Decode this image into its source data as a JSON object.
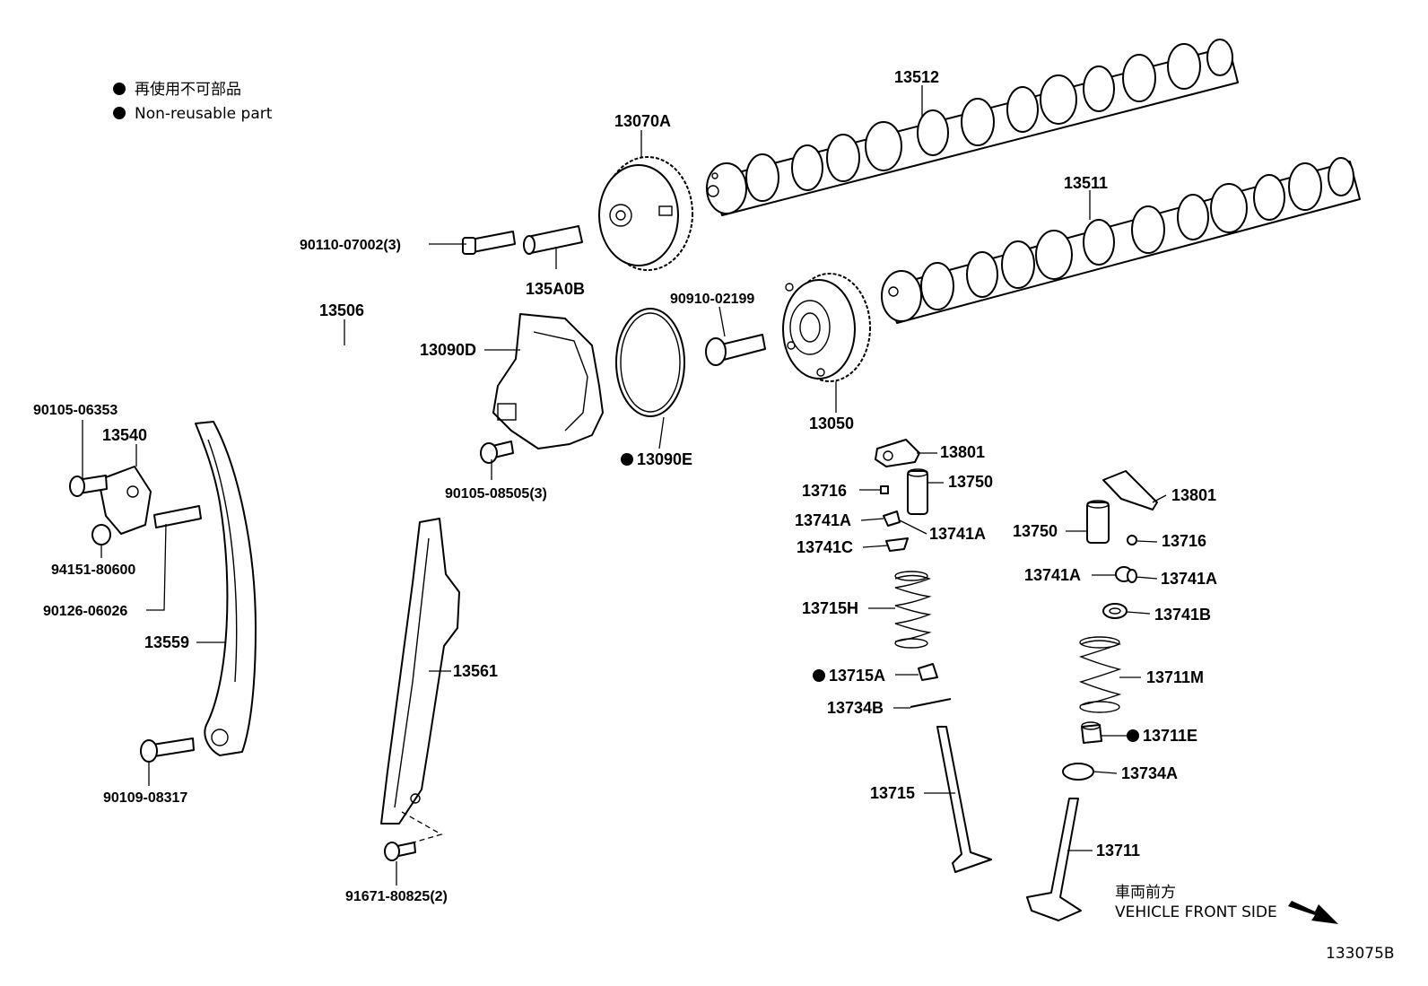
{
  "legend": {
    "jp": "再使用不可部品",
    "en": "Non-reusable part"
  },
  "parts": {
    "p13512": "13512",
    "p13511": "13511",
    "p13070A": "13070A",
    "p90110": "90110-07002(3)",
    "p135A0B": "135A0B",
    "p90910": "90910-02199",
    "p13506": "13506",
    "p13090D": "13090D",
    "p13050": "13050",
    "p13090E": "13090E",
    "p90105_08505": "90105-08505(3)",
    "p90105_06353": "90105-06353",
    "p13540": "13540",
    "p94151": "94151-80600",
    "p90126": "90126-06026",
    "p13559": "13559",
    "p13561": "13561",
    "p90109": "90109-08317",
    "p91671": "91671-80825(2)",
    "p13801a": "13801",
    "p13716a": "13716",
    "p13750a": "13750",
    "p13741Aa": "13741A",
    "p13741Ab": "13741A",
    "p13741C": "13741C",
    "p13715H": "13715H",
    "p13715A": "13715A",
    "p13734B": "13734B",
    "p13715": "13715",
    "p13801b": "13801",
    "p13750b": "13750",
    "p13716b": "13716",
    "p13741Ac": "13741A",
    "p13741Ad": "13741A",
    "p13741B": "13741B",
    "p13711M": "13711M",
    "p13711E": "13711E",
    "p13734A": "13734A",
    "p13711": "13711"
  },
  "front": {
    "jp": "車両前方",
    "en": "VEHICLE FRONT SIDE"
  },
  "figure_id": "133075B"
}
